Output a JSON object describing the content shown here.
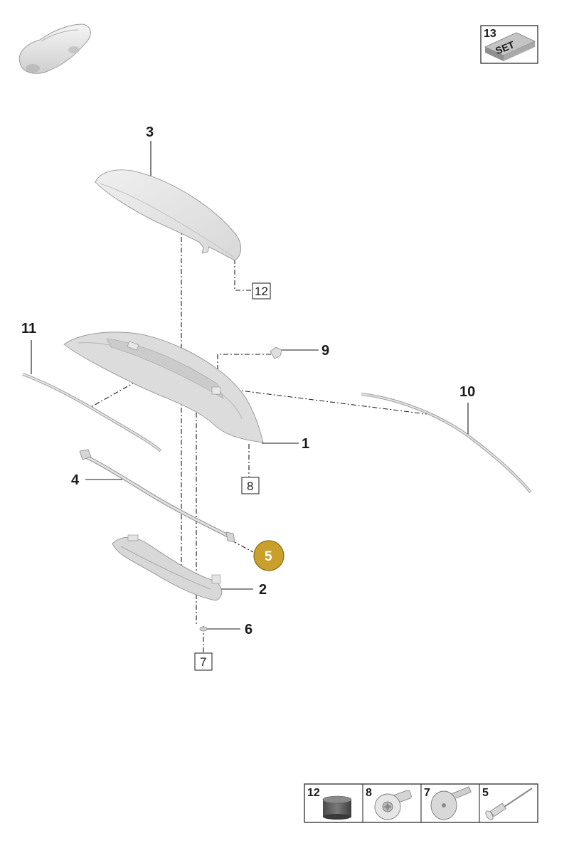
{
  "callouts": {
    "c1": "1",
    "c2": "2",
    "c3": "3",
    "c4": "4",
    "c5": "5",
    "c6": "6",
    "c9": "9",
    "c10": "10",
    "c11": "11"
  },
  "boxed_labels": {
    "b7": "7",
    "b8": "8",
    "b12": "12"
  },
  "set_badge": {
    "number": "13",
    "text": "SET"
  },
  "legend": [
    {
      "number": "12",
      "icon": "cap-icon"
    },
    {
      "number": "8",
      "icon": "torx-screw-icon"
    },
    {
      "number": "7",
      "icon": "rivet-nut-icon"
    },
    {
      "number": "5",
      "icon": "blind-rivet-icon"
    }
  ],
  "colors": {
    "highlight": "#c9a02c",
    "part_fill": "#e4e4e4",
    "outline": "#1a1a1a"
  }
}
